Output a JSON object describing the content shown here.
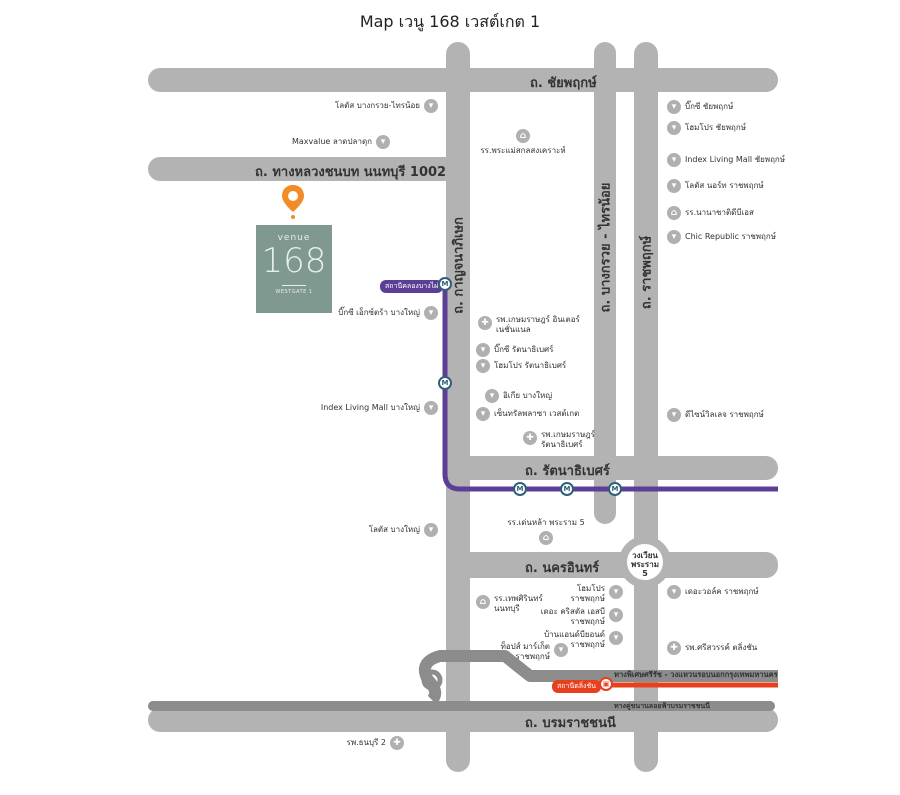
{
  "title": "Map เวนู 168 เวสต์เกต 1",
  "roads": {
    "chaiyaphruek": "ถ. ชัยพฤกษ์",
    "rural1002": "ถ. ทางหลวงชนบท นนทบุรี 1002",
    "kanchanaphisek": "ถ. กาญจนาภิเษก",
    "bangkruai": "ถ. บางกรวย - ไทรน้อย",
    "ratchaphruek": "ถ. ราชพฤกษ์",
    "rattanathibet": "ถ. รัตนาธิเบศร์",
    "nakhonin": "ถ. นครอินทร์",
    "borommaratchachonnani": "ถ. บรมราชชนนี",
    "roundabout": "วงเวียน พระราม 5",
    "expressway": "ทางพิเศษศรีรัช - วงแหวนรอบนอกกรุงเทพมหานคร",
    "elevated": "ทางคู่ขนานลอยฟ้าบรมราชชนนี"
  },
  "stations": {
    "purple": "สถานีคลองบางไผ่",
    "red": "สถานีตลิ่งชัน"
  },
  "colors": {
    "purple_line": "#5b3e96",
    "red_line": "#e8401c",
    "pin": "#f28c28",
    "road": "#b3b3b3",
    "logo_bg": "#7f9890"
  },
  "logo": {
    "brand": "venue",
    "number": "168",
    "sub": "WESTGATE 1"
  },
  "pois": [
    {
      "name": "โลตัส บางกรวย-ไทรน้อย",
      "icon": "cart"
    },
    {
      "name": "Maxvalue ลาดปลาดุก",
      "icon": "cart"
    },
    {
      "name": "บิ๊กซี เอ็กซ์ตร้า บางใหญ่",
      "icon": "cart"
    },
    {
      "name": "Index Living Mall บางใหญ่",
      "icon": "cart"
    },
    {
      "name": "โลตัส บางใหญ่",
      "icon": "cart"
    },
    {
      "name": "รพ.ธนบุรี 2",
      "icon": "hospital"
    },
    {
      "name": "รร.พระแม่สกลสงเคราะห์",
      "icon": "school"
    },
    {
      "name": "รพ.เกษมราษฎร์ อินเตอร์เนชั่นแนล",
      "icon": "hospital"
    },
    {
      "name": "บิ๊กซี รัตนาธิเบศร์",
      "icon": "cart"
    },
    {
      "name": "โฮมโปร รัตนาธิเบศร์",
      "icon": "cart"
    },
    {
      "name": "อิเกีย บางใหญ่",
      "icon": "cart"
    },
    {
      "name": "เซ็นทรัลพลาซา เวสต์เกต",
      "icon": "cart"
    },
    {
      "name": "รพ.เกษมราษฎร์ รัตนาธิเบศร์",
      "icon": "hospital"
    },
    {
      "name": "รร.เด่นหล้า พระราม 5",
      "icon": "school"
    },
    {
      "name": "รร.เทพศิรินทร์ นนทบุรี",
      "icon": "school"
    },
    {
      "name": "โฮมโปร ราชพฤกษ์",
      "icon": "cart"
    },
    {
      "name": "เดอะ คริสตัล เอสบี ราชพฤกษ์",
      "icon": "cart"
    },
    {
      "name": "บ้านแอนด์บียอนด์ ราชพฤกษ์",
      "icon": "cart"
    },
    {
      "name": "ท็อปส์ มาร์เก็ต ราชพฤกษ์",
      "icon": "cart"
    },
    {
      "name": "บิ๊กซี ชัยพฤกษ์",
      "icon": "cart"
    },
    {
      "name": "โฮมโปร ชัยพฤกษ์",
      "icon": "cart"
    },
    {
      "name": "Index Living Mall ชัยพฤกษ์",
      "icon": "cart"
    },
    {
      "name": "โลตัส นอร์ท ราชพฤกษ์",
      "icon": "cart"
    },
    {
      "name": "รร.นานาชาติดีบีเอส",
      "icon": "school"
    },
    {
      "name": "Chic Republic ราชพฤกษ์",
      "icon": "cart"
    },
    {
      "name": "ดีไซน์วิลเลจ ราชพฤกษ์",
      "icon": "cart"
    },
    {
      "name": "เดอะวอล์ค ราชพฤกษ์",
      "icon": "cart"
    },
    {
      "name": "รพ.ศรีสวรรค์ ตลิ่งชัน",
      "icon": "hospital"
    }
  ]
}
